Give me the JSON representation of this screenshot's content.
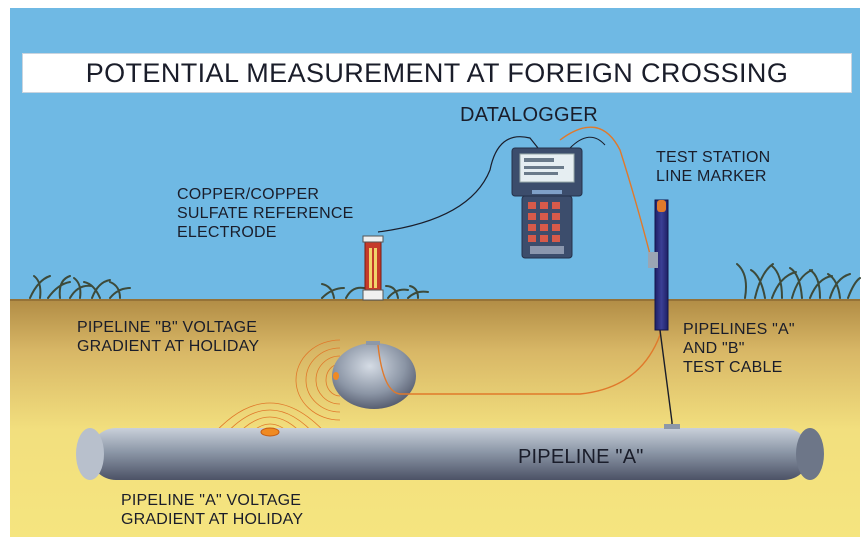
{
  "title": "POTENTIAL MEASUREMENT AT FOREIGN CROSSING",
  "labels": {
    "datalogger": "DATALOGGER",
    "test_station": [
      "TEST STATION",
      "LINE MARKER"
    ],
    "electrode": [
      "COPPER/COPPER",
      "SULFATE REFERENCE",
      "ELECTRODE"
    ],
    "pipeline_b_gradient": [
      "PIPELINE \"B\" VOLTAGE",
      "GRADIENT AT HOLIDAY"
    ],
    "test_cable": [
      "PIPELINES \"A\"",
      "AND \"B\"",
      "TEST CABLE"
    ],
    "pipeline_a": "PIPELINE \"A\"",
    "pipeline_a_gradient": [
      "PIPELINE \"A\" VOLTAGE",
      "GRADIENT AT HOLIDAY"
    ]
  },
  "colors": {
    "sky": "#6fb9e4",
    "soil_top": "#b8924a",
    "soil_bottom": "#f2e27c",
    "cable": "#e0792b",
    "pipe": "#8e9bac",
    "marker_post": "#2c2e7a"
  },
  "icons": [
    "grass-icon",
    "datalogger-icon",
    "electrode-icon",
    "marker-post-icon",
    "pipeline-icon",
    "holiday-icon",
    "voltage-gradient-icon"
  ]
}
